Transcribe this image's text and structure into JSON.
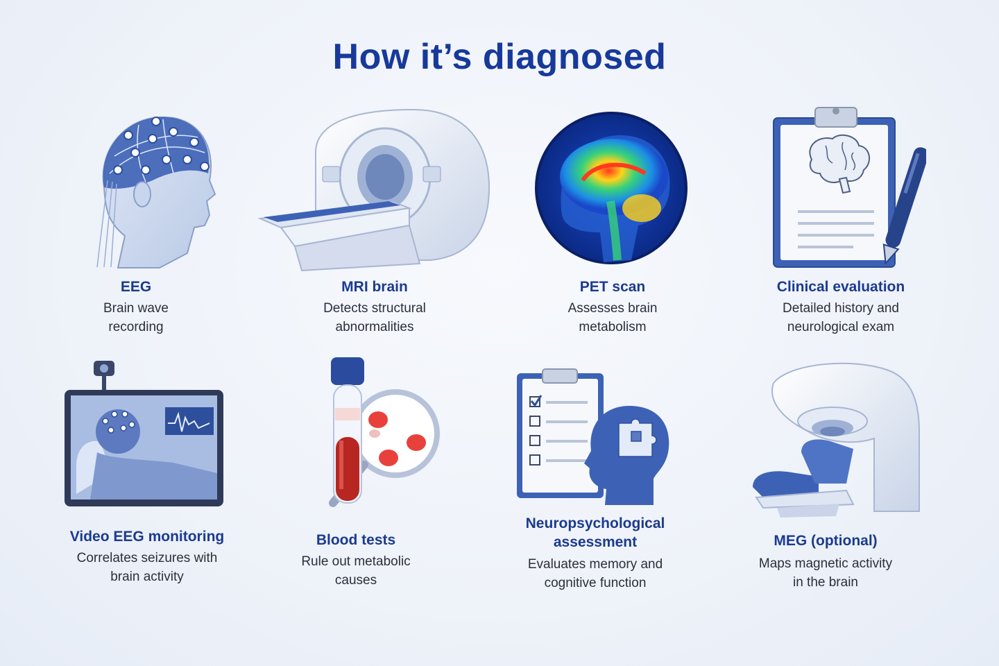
{
  "title": "How it’s diagnosed",
  "colors": {
    "heading": "#17399a",
    "label": "#1b3a8f",
    "accent": "#3a66c4",
    "text": "#2a2f3a"
  },
  "items": [
    {
      "icon": "eeg-cap-icon",
      "label": "EEG",
      "desc": [
        "Brain wave",
        "recording"
      ]
    },
    {
      "icon": "mri-scanner-icon",
      "label": "MRI brain",
      "desc": [
        "Detects structural",
        "abnormalities"
      ]
    },
    {
      "icon": "pet-scan-icon",
      "label": "PET scan",
      "desc": [
        "Assesses brain",
        "metabolism"
      ]
    },
    {
      "icon": "clipboard-brain-icon",
      "label": "Clinical evaluation",
      "desc": [
        "Detailed history and",
        "neurological exam"
      ]
    },
    {
      "icon": "video-monitor-icon",
      "label": "Video EEG monitoring",
      "desc": [
        "Correlates seizures with",
        "brain activity"
      ]
    },
    {
      "icon": "blood-tube-icon",
      "label": "Blood tests",
      "desc": [
        "Rule out metabolic",
        "causes"
      ]
    },
    {
      "icon": "puzzle-head-icon",
      "label": [
        "Neuropsychological",
        "assessment"
      ],
      "desc": [
        "Evaluates memory and",
        "cognitive function"
      ]
    },
    {
      "icon": "meg-scanner-icon",
      "label": "MEG (optional)",
      "desc": [
        "Maps magnetic activity",
        "in the brain"
      ]
    }
  ]
}
